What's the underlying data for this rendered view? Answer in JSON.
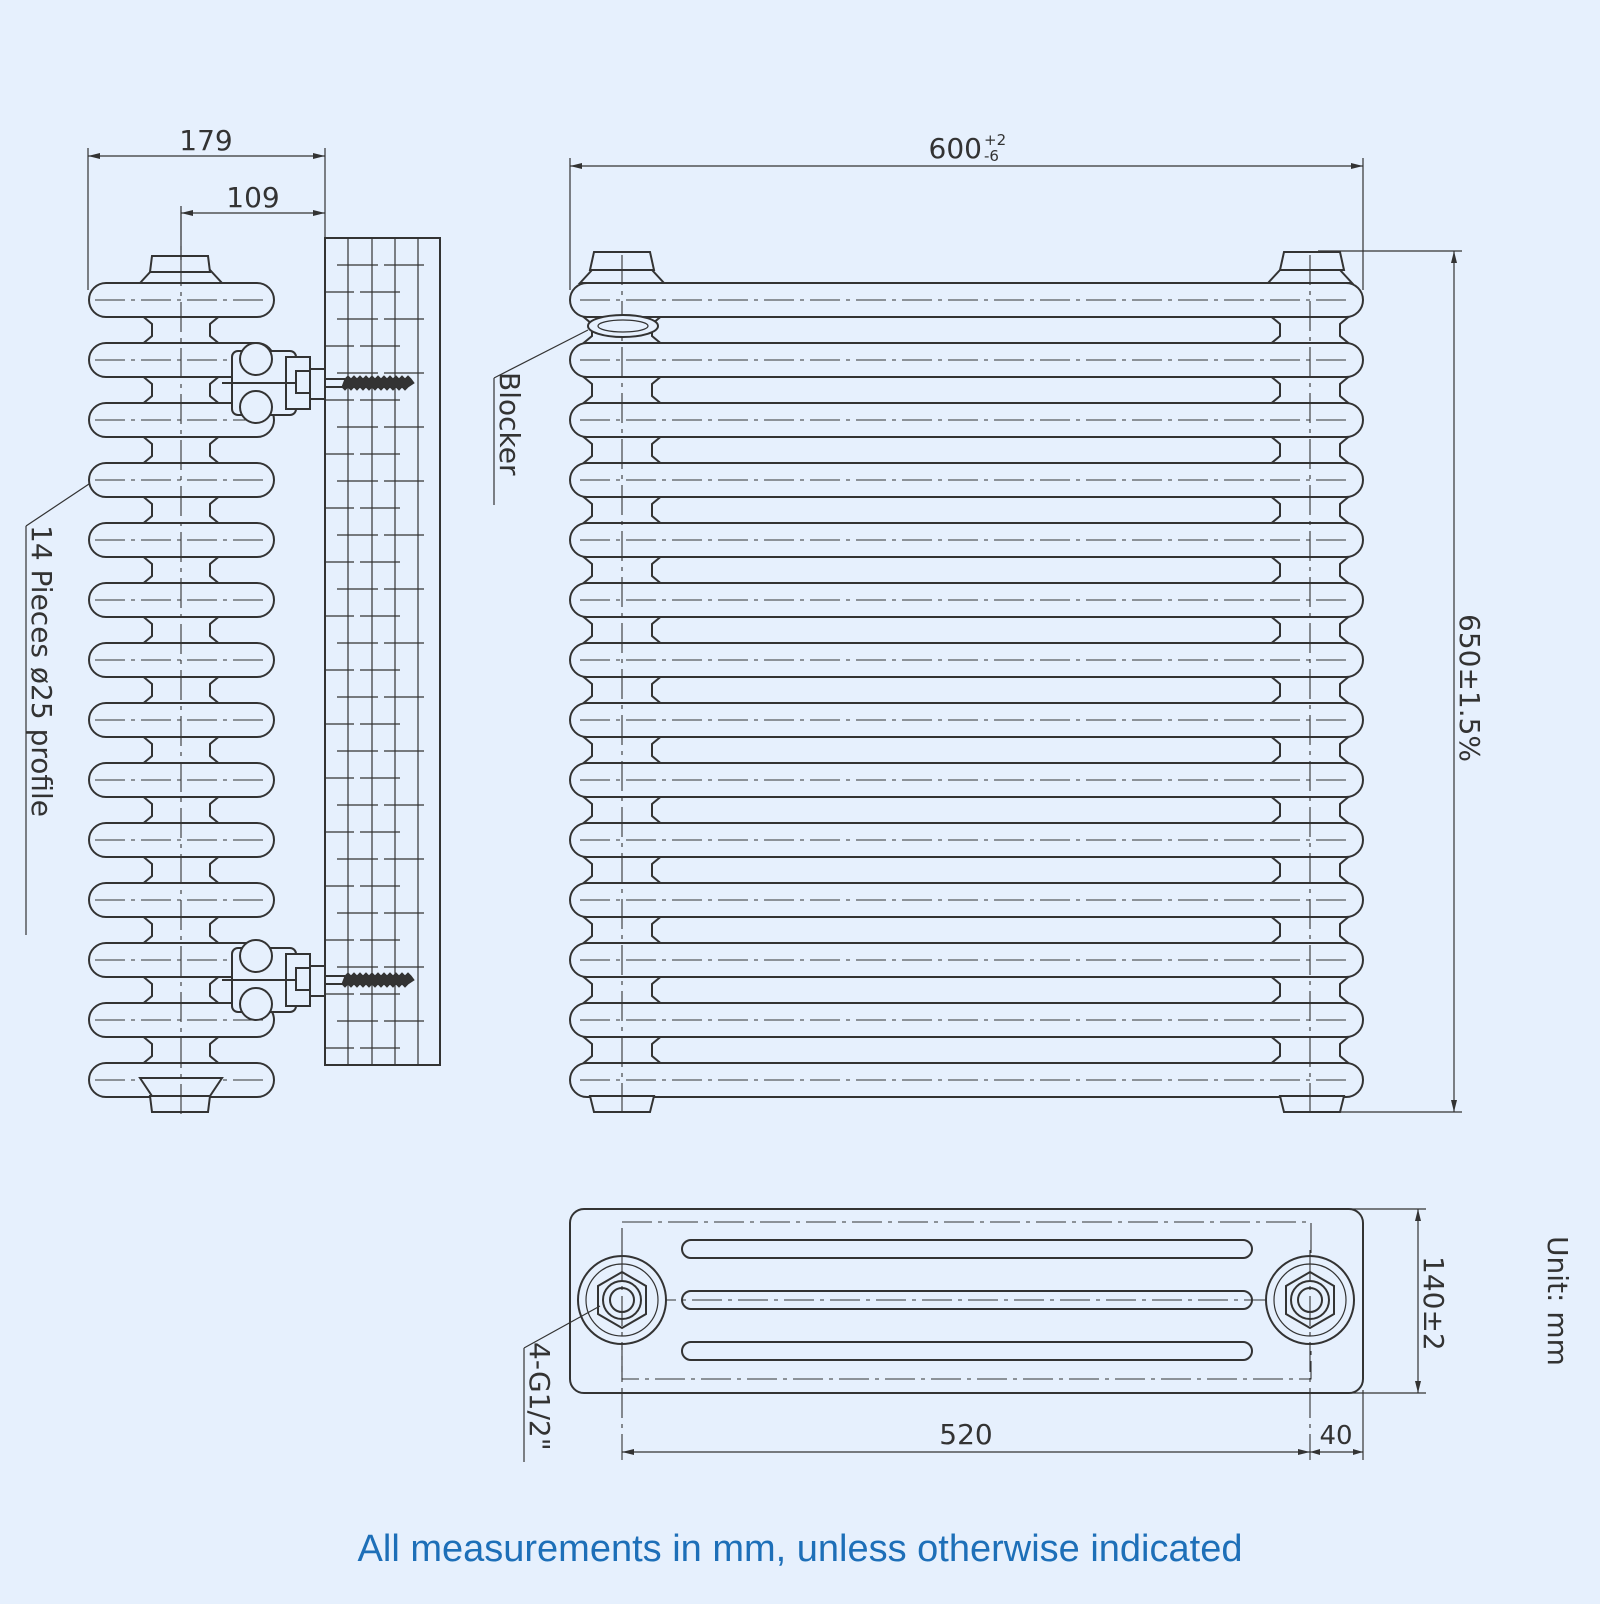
{
  "dimensions": {
    "side_depth": "179",
    "side_wall_offset": "109",
    "front_width": "600",
    "front_width_tol_upper": "+2",
    "front_width_tol_lower": "-6",
    "front_height": "650±1.5%",
    "bottom_depth": "140±2",
    "bottom_pipe_centres": "520",
    "bottom_end_offset": "40"
  },
  "labels": {
    "pieces": "14  Pieces  ø25  profile",
    "blocker": "Blocker",
    "connections": "4-G1/2\"",
    "unit": "Unit:  mm"
  },
  "footer": {
    "note": "All measurements in mm, unless otherwise indicated"
  },
  "colors": {
    "background": "#e6f0fd",
    "line": "#333333",
    "footer_text": "#1d6fb8"
  }
}
